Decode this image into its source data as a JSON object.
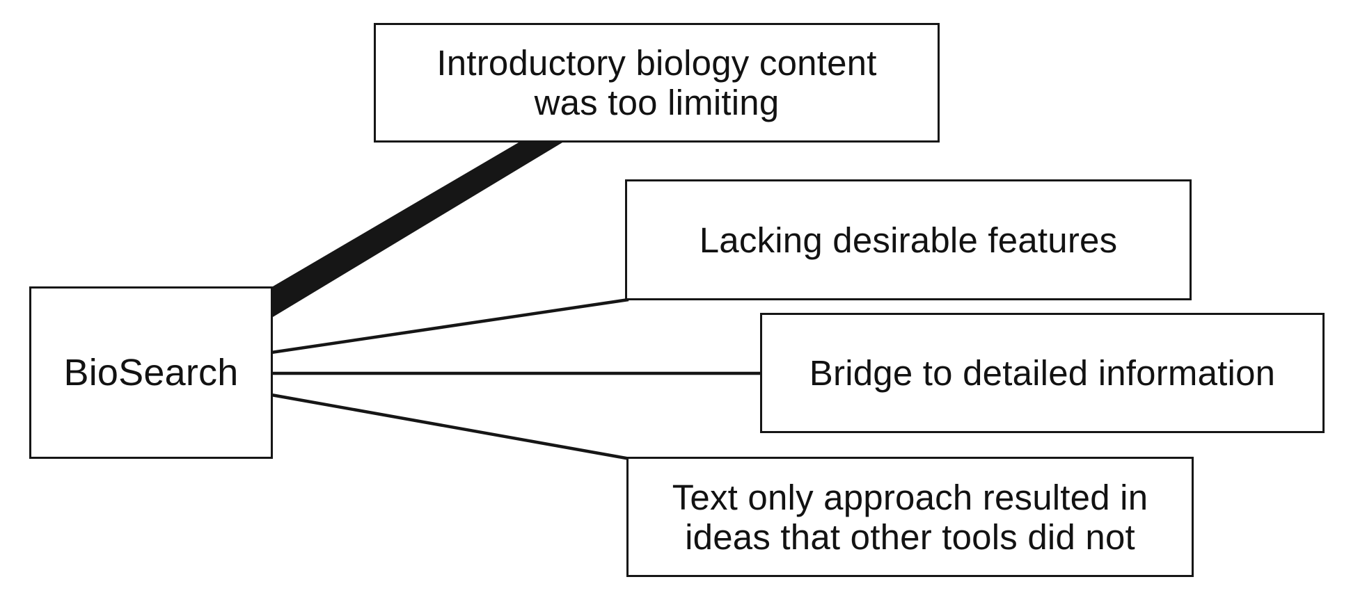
{
  "diagram": {
    "background": "#ffffff",
    "ink_color": "#161616",
    "text_color": "#121212",
    "nodes": {
      "biosearch": {
        "label": "BioSearch"
      },
      "intro_limiting": {
        "label": "Introductory biology content\nwas too limiting"
      },
      "lacking_features": {
        "label": "Lacking desirable features"
      },
      "bridge_info": {
        "label": "Bridge to detailed information"
      },
      "text_only": {
        "label": "Text only approach resulted in\nideas that other tools did not"
      }
    },
    "edges": [
      {
        "from": "biosearch",
        "to": "intro_limiting",
        "weight": "thick"
      },
      {
        "from": "biosearch",
        "to": "lacking_features",
        "weight": "thin"
      },
      {
        "from": "biosearch",
        "to": "bridge_info",
        "weight": "thin"
      },
      {
        "from": "biosearch",
        "to": "text_only",
        "weight": "thin"
      }
    ]
  }
}
